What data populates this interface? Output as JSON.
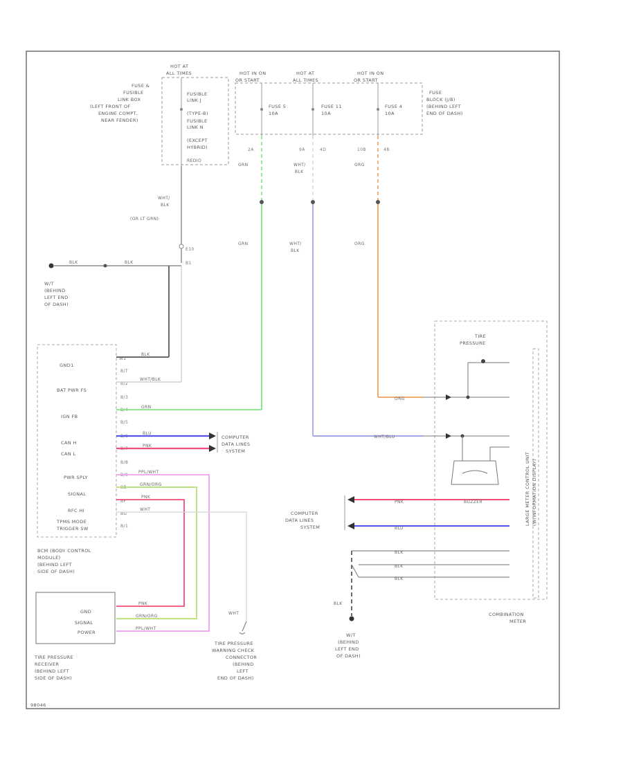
{
  "diagram_id": "98046",
  "colors": {
    "green": "#7ee87e",
    "blue": "#5454e8",
    "blue_light": "#9a9ae6",
    "orange": "#f2a05a",
    "pink": "#f04c78",
    "purple_light": "#f0a0f0",
    "yellow_green": "#b8e070",
    "wire_black": "#6a6a6a",
    "wire_white": "#d4d4d4"
  },
  "fuse_panel": {
    "hot_at_all_times_1": [
      "HOT AT",
      "ALL TIMES"
    ],
    "hot_in_on_start": [
      "HOT IN ON",
      "OR START"
    ],
    "hot_at_all_times_2": [
      "HOT AT",
      "ALL TIMES"
    ],
    "hot_in_on_or_start": [
      "HOT IN ON",
      "OR START"
    ],
    "fuse_fusible_box": [
      "FUSE &",
      "FUSIBLE",
      "LINK BOX",
      "(LEFT FRONT OF",
      "ENGINE COMPT,",
      "NEAR FENDER)"
    ],
    "fusible_link": [
      "FUSIBLE",
      "LINK J",
      "(TYPE-B)",
      "FUSIBLE",
      "LINK N",
      "(EXCEPT",
      "HYBRID)"
    ],
    "wire_bk_red": "REDIO",
    "fuse_5": [
      "FUSE 5",
      "10A"
    ],
    "fuse_11": [
      "FUSE 11",
      "10A"
    ],
    "fuse_4": [
      "FUSE 4",
      "10A"
    ],
    "fuse_block": [
      "FUSE",
      "BLOCK (J/B)",
      "(BEHIND LEFT",
      "END OF DASH)"
    ]
  },
  "wires": {
    "pin_2a": "2A",
    "pin_9a": "9A",
    "pin_4d": "4D",
    "pin_10b": "10B",
    "pin_4b": "4B",
    "grn_top": "GRN",
    "wht_blk_top": [
      "WHT/",
      "BLK"
    ],
    "org_top": "ORG",
    "wht_blk_mid": [
      "WHT/",
      "BLK"
    ],
    "grn_mid": "GRN",
    "wht_blk_mid2": [
      "WHT/",
      "BLK"
    ],
    "org_mid": "ORG",
    "splice_label": [
      "WHT/",
      "BLK",
      "(OR LT GRN)"
    ],
    "splice_e": "E10",
    "splice_num": "B1",
    "blk_1": "BLK",
    "blk_2": "BLK"
  },
  "ground_1": [
    "W/T",
    "(BEHIND",
    "LEFT END",
    "OF DASH)"
  ],
  "bcm": {
    "pins_left": [
      "GND1",
      "",
      "BAT PWR FS",
      "",
      "IGN FB",
      "",
      "CAN H",
      "CAN L",
      "",
      "PWR SPLY",
      "SIGNAL",
      "RFC HI",
      "TPMS MODE",
      "TRIGGER SW",
      ""
    ],
    "pin_nums": [
      "W2",
      "B/T",
      "B/2",
      "B/3",
      "B/4",
      "B/5",
      "B/6",
      "B/7",
      "B/8",
      "B/9",
      "BB",
      "BF",
      "BG",
      "B/1"
    ],
    "wire_labels": [
      "BLK",
      "WHT/BLK",
      "GRN",
      "BLU",
      "PNK",
      "PPL/WHT",
      "GRN/ORG",
      "PNK",
      "WHT"
    ],
    "title": [
      "BCM (BODY CONTROL",
      "MODULE)",
      "(BEHIND LEFT",
      "SIDE OF DASH)"
    ]
  },
  "comp_data_1": [
    "COMPUTER",
    "DATA LINES",
    "SYSTEM"
  ],
  "tpr": {
    "pins": [
      "GND",
      "SIGNAL",
      "POWER"
    ],
    "wire_labels": [
      "PNK",
      "GRN/ORG",
      "PPL/WHT"
    ],
    "title": [
      "TIRE PRESSURE",
      "RECEIVER",
      "(BEHIND LEFT",
      "SIDE OF DASH)"
    ]
  },
  "check_conn": {
    "wire": "WHT",
    "title": [
      "TIRE PRESSURE",
      "WARNING CHECK",
      "CONNECTOR",
      "(BEHIND",
      "LEFT",
      "END OF DASH)"
    ]
  },
  "comp_data_2": [
    "COMPUTER",
    "DATA LINES",
    "SYSTEM"
  ],
  "meters": {
    "tire_pressure": [
      "TIRE",
      "PRESSURE"
    ],
    "wire_org": "ORG",
    "wire_wht_blu": "WHT/BLU",
    "wire_pnk": "PNK",
    "wire_blu": "BLU",
    "wire_blk": [
      "BLK",
      "BLK",
      "BLK"
    ],
    "buzzer": "BUZZER",
    "vertical_1": "LARGE METER CONTROL UNIT",
    "vertical_2": "(W/INFORMATION DISPLAY)",
    "title": [
      "COMBINATION",
      "METER"
    ]
  },
  "ground_2": [
    "W/T",
    "(BEHIND",
    "LEFT END",
    "OF DASH)"
  ]
}
